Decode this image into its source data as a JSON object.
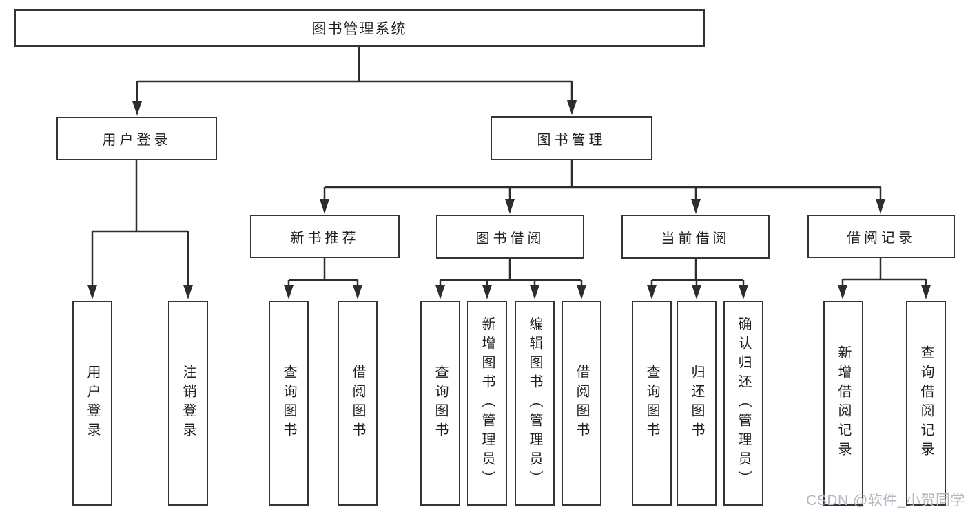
{
  "colors": {
    "line": "#2d2d2d",
    "border": "#343434",
    "text": "#1f1f1f",
    "watermark": "#b4b7c0",
    "bg": "#ffffff"
  },
  "watermark": {
    "text": "CSDN @软件_小贺同学"
  },
  "tree": {
    "label": "图书管理系统",
    "children": [
      {
        "label": "用户登录",
        "children": [
          {
            "label": "用户登录"
          },
          {
            "label": "注销登录"
          }
        ]
      },
      {
        "label": "图书管理",
        "children": [
          {
            "label": "新书推荐",
            "children": [
              {
                "label": "查询图书"
              },
              {
                "label": "借阅图书"
              }
            ]
          },
          {
            "label": "图书借阅",
            "children": [
              {
                "label": "查询图书"
              },
              {
                "label": "新增图书（管理员）"
              },
              {
                "label": "编辑图书（管理员）"
              },
              {
                "label": "借阅图书"
              }
            ]
          },
          {
            "label": "当前借阅",
            "children": [
              {
                "label": "查询图书"
              },
              {
                "label": "归还图书"
              },
              {
                "label": "确认归还（管理员）"
              }
            ]
          },
          {
            "label": "借阅记录",
            "children": [
              {
                "label": "新增借阅记录"
              },
              {
                "label": "查询借阅记录"
              }
            ]
          }
        ]
      }
    ]
  }
}
